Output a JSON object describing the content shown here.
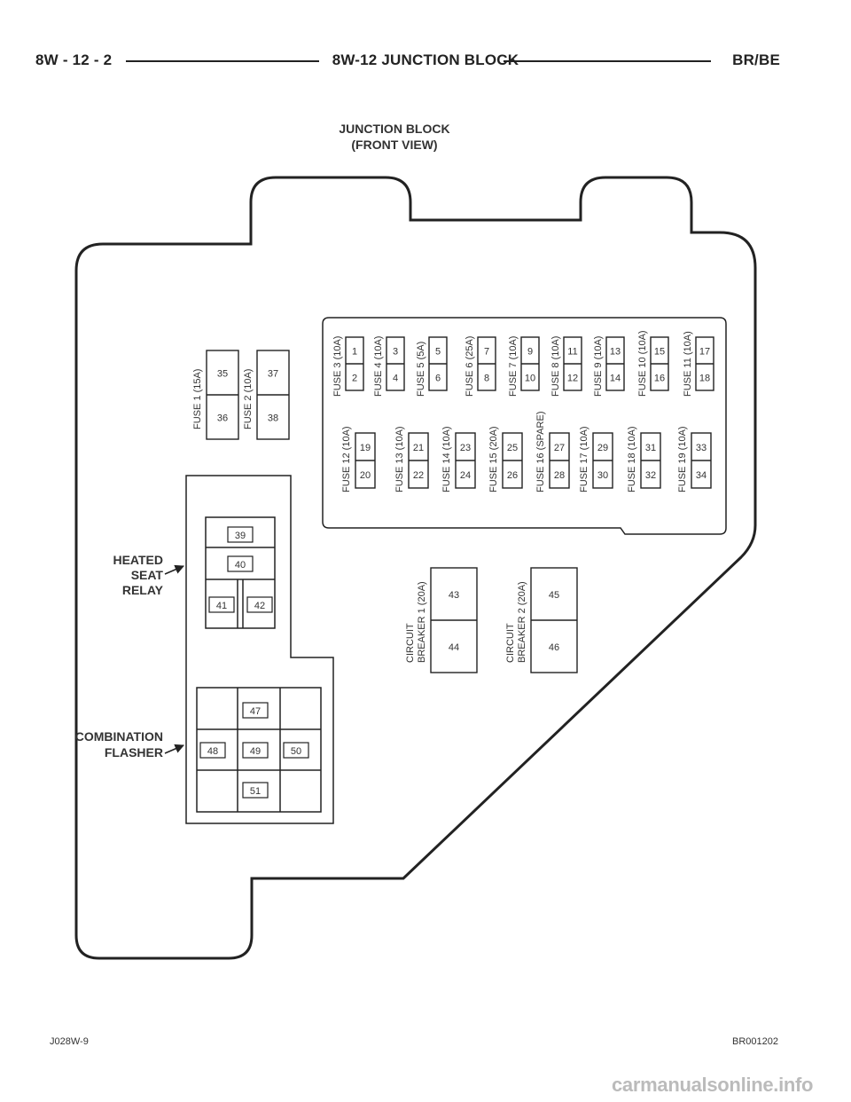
{
  "header": {
    "page_number": "8W - 12 - 2",
    "section_title": "8W-12 JUNCTION BLOCK",
    "model": "BR/BE"
  },
  "view_title": {
    "line1": "JUNCTION BLOCK",
    "line2": "(FRONT VIEW)"
  },
  "fuses_top_row": [
    {
      "label": "FUSE 3 (10A)",
      "top": "1",
      "bottom": "2"
    },
    {
      "label": "FUSE 4 (10A)",
      "top": "3",
      "bottom": "4"
    },
    {
      "label": "FUSE 5 (5A)",
      "top": "5",
      "bottom": "6"
    },
    {
      "label": "FUSE 6 (25A)",
      "top": "7",
      "bottom": "8"
    },
    {
      "label": "FUSE 7 (10A)",
      "top": "9",
      "bottom": "10"
    },
    {
      "label": "FUSE 8 (10A)",
      "top": "11",
      "bottom": "12"
    },
    {
      "label": "FUSE 9 (10A)",
      "top": "13",
      "bottom": "14"
    },
    {
      "label": "FUSE 10 (10A)",
      "top": "15",
      "bottom": "16"
    },
    {
      "label": "FUSE 11 (10A)",
      "top": "17",
      "bottom": "18"
    }
  ],
  "fuses_bottom_row": [
    {
      "label": "FUSE 12 (10A)",
      "top": "19",
      "bottom": "20"
    },
    {
      "label": "FUSE 13 (10A)",
      "top": "21",
      "bottom": "22"
    },
    {
      "label": "FUSE 14 (10A)",
      "top": "23",
      "bottom": "24"
    },
    {
      "label": "FUSE 15 (20A)",
      "top": "25",
      "bottom": "26"
    },
    {
      "label": "FUSE 16 (SPARE)",
      "top": "27",
      "bottom": "28"
    },
    {
      "label": "FUSE 17 (10A)",
      "top": "29",
      "bottom": "30"
    },
    {
      "label": "FUSE 18 (10A)",
      "top": "31",
      "bottom": "32"
    },
    {
      "label": "FUSE 19 (10A)",
      "top": "33",
      "bottom": "34"
    }
  ],
  "fuses_large": [
    {
      "label": "FUSE 1 (15A)",
      "top": "35",
      "bottom": "36"
    },
    {
      "label": "FUSE 2 (10A)",
      "top": "37",
      "bottom": "38"
    }
  ],
  "circuit_breakers": [
    {
      "line1": "CIRCUIT",
      "line2": "BREAKER  1 (20A)",
      "top": "43",
      "bottom": "44"
    },
    {
      "line1": "CIRCUIT",
      "line2": "BREAKER  2 (20A)",
      "top": "45",
      "bottom": "46"
    }
  ],
  "heated_seat_relay": {
    "label_lines": [
      "HEATED",
      "SEAT",
      "RELAY"
    ],
    "terminals": [
      "39",
      "40",
      "41",
      "42"
    ]
  },
  "combination_flasher": {
    "label_lines": [
      "COMBINATION",
      "FLASHER"
    ],
    "terminals": [
      "47",
      "48",
      "49",
      "50",
      "51"
    ]
  },
  "footer": {
    "left_code": "J028W-9",
    "right_code": "BR001202"
  },
  "watermark": "carmanualsonline.info"
}
